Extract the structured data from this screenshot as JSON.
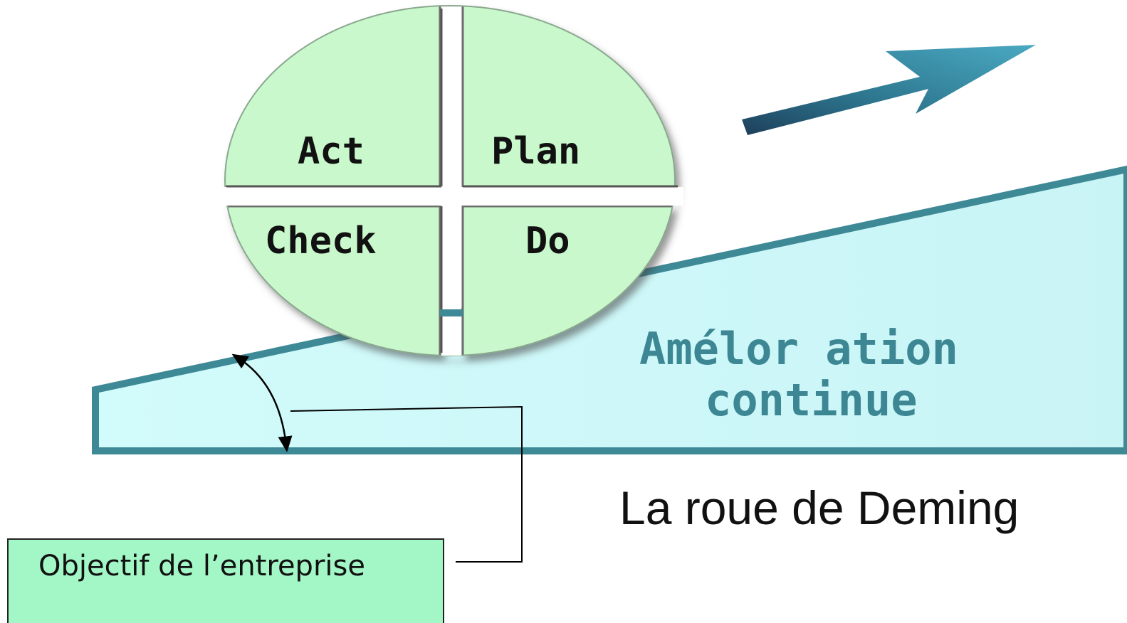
{
  "wheel": {
    "quadrants": {
      "act": "Act",
      "plan": "Plan",
      "check": "Check",
      "do": "Do"
    }
  },
  "ramp": {
    "line1": "Amélor ation",
    "line2": "continue"
  },
  "title": "La roue de Deming",
  "objective": {
    "label": "Objectif de l’entreprise"
  },
  "colors": {
    "wheel_fill": "#c6f7cc",
    "ramp_fill": "#d4fdfd",
    "ramp_border": "#3e8996",
    "arrow": "#2e7d90",
    "objective_fill": "#a3f7c6"
  }
}
